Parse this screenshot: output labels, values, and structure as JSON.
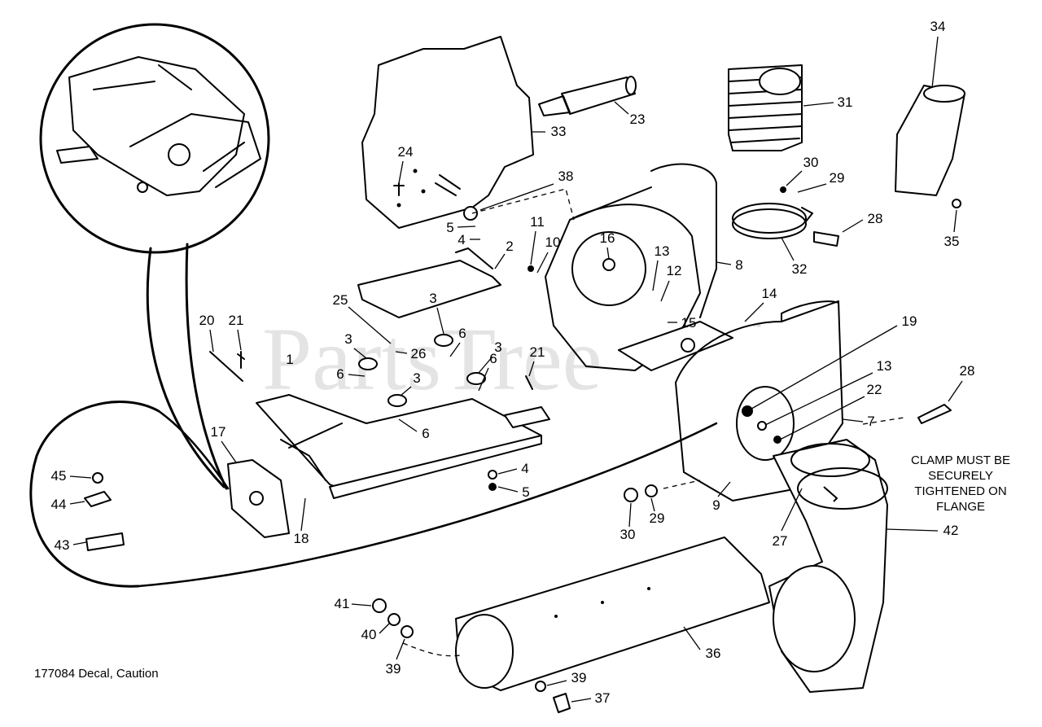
{
  "watermark": "PartsTree",
  "trademark": "™",
  "clamp_note": [
    "CLAMP MUST BE",
    "SECURELY",
    "TIGHTENED ON",
    "FLANGE"
  ],
  "decal_note": "177084 Decal, Caution",
  "callouts": {
    "c1": "1",
    "c2": "2",
    "c3a": "3",
    "c3b": "3",
    "c3c": "3",
    "c3d": "3",
    "c4a": "4",
    "c4b": "4",
    "c5a": "5",
    "c5b": "5",
    "c6a": "6",
    "c6b": "6",
    "c6c": "6",
    "c6d": "6",
    "c7": "7",
    "c8": "8",
    "c9": "9",
    "c10": "10",
    "c11": "11",
    "c12": "12",
    "c13a": "13",
    "c13b": "13",
    "c14": "14",
    "c15": "15",
    "c16": "16",
    "c17": "17",
    "c18": "18",
    "c19": "19",
    "c20": "20",
    "c21a": "21",
    "c21b": "21",
    "c22": "22",
    "c23": "23",
    "c24": "24",
    "c25": "25",
    "c26": "26",
    "c27": "27",
    "c28a": "28",
    "c28b": "28",
    "c29a": "29",
    "c29b": "29",
    "c30a": "30",
    "c30b": "30",
    "c31": "31",
    "c32": "32",
    "c33": "33",
    "c34": "34",
    "c35": "35",
    "c36": "36",
    "c37": "37",
    "c38": "38",
    "c39a": "39",
    "c39b": "39",
    "c40": "40",
    "c41": "41",
    "c42": "42",
    "c43": "43",
    "c44": "44",
    "c45": "45"
  }
}
